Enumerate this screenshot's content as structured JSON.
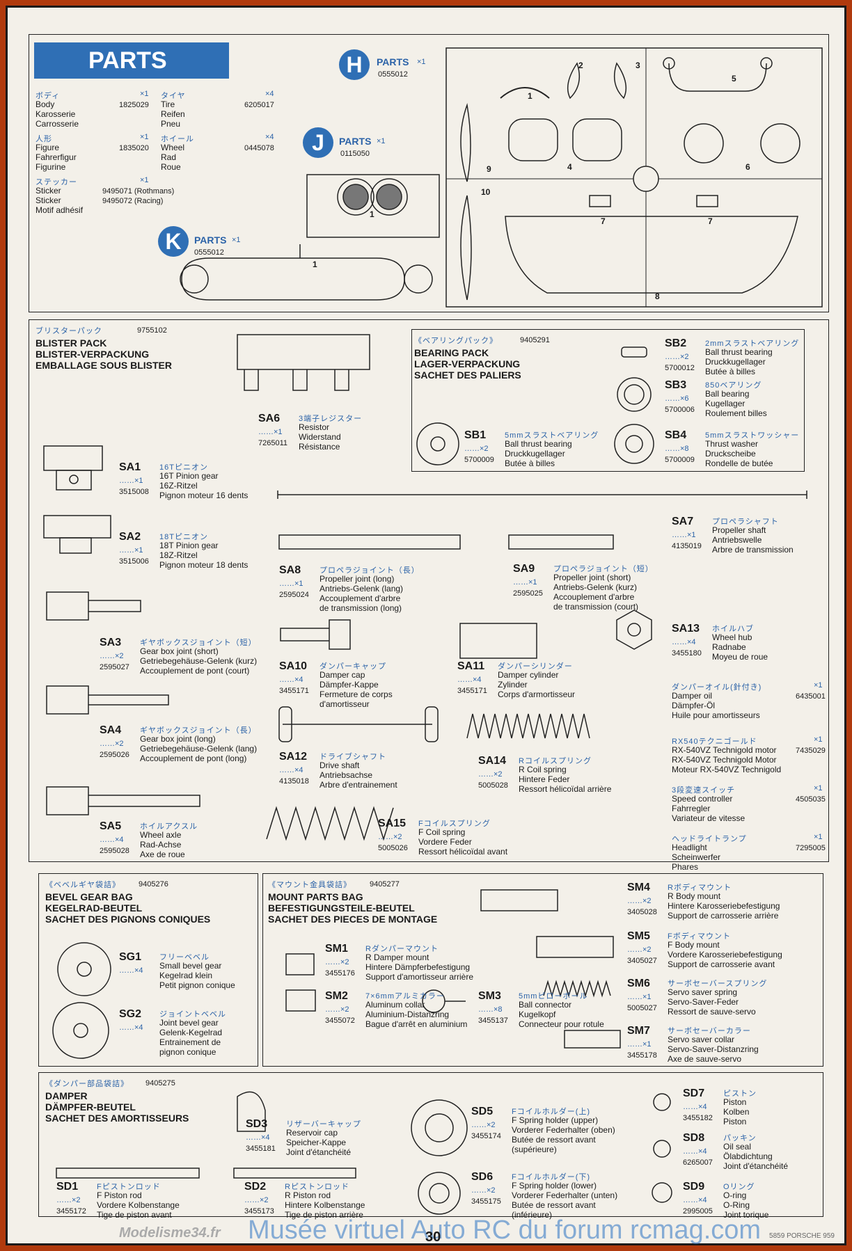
{
  "header": {
    "parts_label": "PARTS"
  },
  "left_list": [
    {
      "jp": "ボディ",
      "qty": "×1",
      "names": [
        "Body",
        "Karosserie",
        "Carrosserie"
      ],
      "code": "1825029"
    },
    {
      "jp": "タイヤ",
      "qty": "×4",
      "names": [
        "Tire",
        "Reifen",
        "Pneu"
      ],
      "code": "6205017"
    },
    {
      "jp": "人形",
      "qty": "×1",
      "names": [
        "Figure",
        "Fahrerfigur",
        "Figurine"
      ],
      "code": "1835020"
    },
    {
      "jp": "ホイール",
      "qty": "×4",
      "names": [
        "Wheel",
        "Rad",
        "Roue"
      ],
      "code": "0445078"
    },
    {
      "jp": "ステッカー",
      "qty": "×1",
      "names": [
        "Sticker",
        "Sticker",
        "Motif adhésif"
      ],
      "codes": [
        "9495071 (Rothmans)",
        "9495072 (Racing)"
      ]
    }
  ],
  "trees": {
    "H": {
      "letter": "H",
      "title": "PARTS",
      "qty": "×1",
      "code": "0555012"
    },
    "J": {
      "letter": "J",
      "title": "PARTS",
      "qty": "×1",
      "code": "0115050"
    },
    "K": {
      "letter": "K",
      "title": "PARTS",
      "qty": "×1",
      "code": "0555012"
    }
  },
  "tree_numbers": {
    "h": [
      "1",
      "2",
      "3",
      "4",
      "5",
      "6",
      "7",
      "7",
      "8",
      "9",
      "10"
    ],
    "j": [
      "1"
    ],
    "k": [
      "1"
    ]
  },
  "blister": {
    "jp": "ブリスターパック",
    "code": "9755102",
    "lines": [
      "BLISTER PACK",
      "BLISTER-VERPACKUNG",
      "EMBALLAGE SOUS BLISTER"
    ]
  },
  "bearing": {
    "jp": "《ベアリングパック》",
    "code": "9405291",
    "lines": [
      "BEARING PACK",
      "LAGER-VERPACKUNG",
      "SACHET DES PALIERS"
    ]
  },
  "bevel": {
    "jp": "《ベベルギヤ袋詰》",
    "code": "9405276",
    "lines": [
      "BEVEL GEAR BAG",
      "KEGELRAD-BEUTEL",
      "SACHET DES PIGNONS CONIQUES"
    ]
  },
  "mount": {
    "jp": "《マウント金具袋詰》",
    "code": "9405277",
    "lines": [
      "MOUNT PARTS BAG",
      "BEFESTIGUNGSTEILE-BEUTEL",
      "SACHET DES PIECES DE MONTAGE"
    ]
  },
  "damper": {
    "jp": "《ダンパー部品袋詰》",
    "code": "9405275",
    "lines": [
      "DAMPER",
      "DÄMPFER-BEUTEL",
      "SACHET DES AMORTISSEURS"
    ]
  },
  "parts": [
    {
      "id": "SA6",
      "jp": "3端子レジスター",
      "qty": "×1",
      "code": "7265011",
      "names": [
        "Resistor",
        "Widerstand",
        "Résistance"
      ]
    },
    {
      "id": "SA1",
      "jp": "16Tピニオン",
      "qty": "×1",
      "code": "3515008",
      "names": [
        "16T Pinion gear",
        "16Z-Ritzel",
        "Pignon moteur 16 dents"
      ]
    },
    {
      "id": "SA2",
      "jp": "18Tピニオン",
      "qty": "×1",
      "code": "3515006",
      "names": [
        "18T Pinion gear",
        "18Z-Ritzel",
        "Pignon moteur 18 dents"
      ]
    },
    {
      "id": "SB2",
      "jp": "2mmスラストベアリング",
      "qty": "×2",
      "code": "5700012",
      "names": [
        "Ball thrust bearing",
        "Druckkugellager",
        "Butée à billes"
      ]
    },
    {
      "id": "SB3",
      "jp": "850ベアリング",
      "qty": "×6",
      "code": "5700006",
      "names": [
        "Ball bearing",
        "Kugellager",
        "Roulement billes"
      ]
    },
    {
      "id": "SB1",
      "jp": "5mmスラストベアリング",
      "qty": "×2",
      "code": "5700009",
      "names": [
        "Ball thrust bearing",
        "Druckkugellager",
        "Butée à billes"
      ]
    },
    {
      "id": "SB4",
      "jp": "5mmスラストワッシャー",
      "qty": "×8",
      "code": "5700009",
      "names": [
        "Thrust washer",
        "Druckscheibe",
        "Rondelle de butée"
      ]
    },
    {
      "id": "SA7",
      "jp": "プロペラシャフト",
      "qty": "×1",
      "code": "4135019",
      "names": [
        "Propeller shaft",
        "Antriebswelle",
        "Arbre de transmission"
      ]
    },
    {
      "id": "SA8",
      "jp": "プロペラジョイント（長）",
      "qty": "×1",
      "code": "2595024",
      "names": [
        "Propeller joint (long)",
        "Antriebs-Gelenk (lang)",
        "Accouplement d'arbre",
        "de transmission (long)"
      ]
    },
    {
      "id": "SA9",
      "jp": "プロペラジョイント（短）",
      "qty": "×1",
      "code": "2595025",
      "names": [
        "Propeller joint (short)",
        "Antriebs-Gelenk (kurz)",
        "Accouplement d'arbre",
        "de transmission (court)"
      ]
    },
    {
      "id": "SA3",
      "jp": "ギヤボックスジョイント（短）",
      "qty": "×2",
      "code": "2595027",
      "names": [
        "Gear box joint (short)",
        "Getriebegehäuse-Gelenk (kurz)",
        "Accouplement de pont (court)"
      ]
    },
    {
      "id": "SA10",
      "jp": "ダンパーキャップ",
      "qty": "×4",
      "code": "3455171",
      "names": [
        "Damper cap",
        "Dämpfer-Kappe",
        "Fermeture de corps",
        "d'amortisseur"
      ]
    },
    {
      "id": "SA11",
      "jp": "ダンパーシリンダー",
      "qty": "×4",
      "code": "3455171",
      "names": [
        "Damper cylinder",
        "Zylinder",
        "Corps d'armortisseur"
      ]
    },
    {
      "id": "SA13",
      "jp": "ホイルハブ",
      "qty": "×4",
      "code": "3455180",
      "names": [
        "Wheel hub",
        "Radnabe",
        "Moyeu de roue"
      ]
    },
    {
      "id": "SA4",
      "jp": "ギヤボックスジョイント（長）",
      "qty": "×2",
      "code": "2595026",
      "names": [
        "Gear box joint (long)",
        "Getriebegehäuse-Gelenk (lang)",
        "Accouplement de pont (long)"
      ]
    },
    {
      "id": "SA12",
      "jp": "ドライブシャフト",
      "qty": "×4",
      "code": "4135018",
      "names": [
        "Drive shaft",
        "Antriebsachse",
        "Arbre d'entrainement"
      ]
    },
    {
      "id": "SA14",
      "jp": "Rコイルスプリング",
      "qty": "×2",
      "code": "5005028",
      "names": [
        "R Coil spring",
        "Hintere Feder",
        "Ressort hélicoïdal arrière"
      ]
    },
    {
      "id": "SA5",
      "jp": "ホイルアクスル",
      "qty": "×4",
      "code": "2595028",
      "names": [
        "Wheel axle",
        "Rad-Achse",
        "Axe de roue"
      ]
    },
    {
      "id": "SA15",
      "jp": "Fコイルスプリング",
      "qty": "×2",
      "code": "5005026",
      "names": [
        "F Coil spring",
        "Vordere Feder",
        "Ressort hélicoïdal avant"
      ]
    },
    {
      "id": "SG1",
      "jp": "フリーベベル",
      "qty": "×4",
      "code": "",
      "names": [
        "Small bevel gear",
        "Kegelrad klein",
        "Petit pignon conique"
      ]
    },
    {
      "id": "SG2",
      "jp": "ジョイントベベル",
      "qty": "×4",
      "code": "",
      "names": [
        "Joint bevel gear",
        "Gelenk-Kegelrad",
        "Entrainement de",
        "pignon conique"
      ]
    },
    {
      "id": "SM1",
      "jp": "Rダンパーマウント",
      "qty": "×2",
      "code": "3455176",
      "names": [
        "R Damper mount",
        "Hintere Dämpferbefestigung",
        "Support d'amortisseur arrière"
      ]
    },
    {
      "id": "SM2",
      "jp": "7×6mmアルミカラー",
      "qty": "×2",
      "code": "3455072",
      "names": [
        "Aluminum collar",
        "Aluminium-Distanzring",
        "Bague d'arrêt en aluminium"
      ]
    },
    {
      "id": "SM3",
      "jp": "5mmピローボール",
      "qty": "×8",
      "code": "3455137",
      "names": [
        "Ball connector",
        "Kugelkopf",
        "Connecteur pour rotule"
      ]
    },
    {
      "id": "SM4",
      "jp": "Rボディマウント",
      "qty": "×2",
      "code": "3405028",
      "names": [
        "R Body mount",
        "Hintere Karosseriebefestigung",
        "Support de carrosserie  arrière"
      ]
    },
    {
      "id": "SM5",
      "jp": "Fボディマウント",
      "qty": "×2",
      "code": "3405027",
      "names": [
        "F Body mount",
        "Vordere Karosseriebefestigung",
        "Support de carrosserie  avant"
      ]
    },
    {
      "id": "SM6",
      "jp": "サーボセーバースプリング",
      "qty": "×1",
      "code": "5005027",
      "names": [
        "Servo saver spring",
        "Servo-Saver-Feder",
        "Ressort de sauve-servo"
      ]
    },
    {
      "id": "SM7",
      "jp": "サーボセーバーカラー",
      "qty": "×1",
      "code": "3455178",
      "names": [
        "Servo saver collar",
        "Servo-Saver-Distanzring",
        "Axe de sauve-servo"
      ]
    },
    {
      "id": "SD3",
      "jp": "リザーバーキャップ",
      "qty": "×4",
      "code": "3455181",
      "names": [
        "Reservoir cap",
        "Speicher-Kappe",
        "Joint d'étanchéité"
      ]
    },
    {
      "id": "SD5",
      "jp": "Fコイルホルダー(上)",
      "qty": "×2",
      "code": "3455174",
      "names": [
        "F Spring holder (upper)",
        "Vorderer Federhalter (oben)",
        "Butée de ressort avant",
        "(supérieure)"
      ]
    },
    {
      "id": "SD7",
      "jp": "ピストン",
      "qty": "×4",
      "code": "3455182",
      "names": [
        "Piston",
        "Kolben",
        "Piston"
      ]
    },
    {
      "id": "SD8",
      "jp": "パッキン",
      "qty": "×4",
      "code": "6265007",
      "names": [
        "Oil seal",
        "Ölabdichtung",
        "Joint d'étanchéité"
      ]
    },
    {
      "id": "SD1",
      "jp": "Fピストンロッド",
      "qty": "×2",
      "code": "3455172",
      "names": [
        "F Piston rod",
        "Vordere Kolbenstange",
        "Tige de piston avant"
      ]
    },
    {
      "id": "SD2",
      "jp": "Rピストンロッド",
      "qty": "×2",
      "code": "3455173",
      "names": [
        "R Piston rod",
        "Hintere Kolbenstange",
        "Tige de piston arrière"
      ]
    },
    {
      "id": "SD6",
      "jp": "Fコイルホルダー(下)",
      "qty": "×2",
      "code": "3455175",
      "names": [
        "F Spring holder (lower)",
        "Vorderer Federhalter (unten)",
        "Butée de ressort avant",
        "(inférieure)"
      ]
    },
    {
      "id": "SD9",
      "jp": "Oリング",
      "qty": "×4",
      "code": "2995005",
      "names": [
        "O-ring",
        "O-Ring",
        "Joint torique"
      ]
    }
  ],
  "right_list": [
    {
      "jp": "ダンパーオイル(針付き)",
      "qty": "×1",
      "names": [
        "Damper oil",
        "Dämpfer-Öl",
        "Huile pour amortisseurs"
      ],
      "code": "6435001"
    },
    {
      "jp": "RX540テクニゴールド",
      "qty": "×1",
      "names": [
        "RX-540VZ Technigold motor",
        "RX-540VZ Technigold Motor",
        "Moteur RX-540VZ Technigold"
      ],
      "code": "7435029"
    },
    {
      "jp": "3段変速スイッチ",
      "qty": "×1",
      "names": [
        "Speed controller",
        "Fahrregler",
        "Variateur de vitesse"
      ],
      "code": "4505035"
    },
    {
      "jp": "ヘッドライトランプ",
      "qty": "×1",
      "names": [
        "Headlight",
        "Scheinwerfer",
        "Phares"
      ],
      "code": "7295005"
    }
  ],
  "footer": {
    "page": "30",
    "watermark": "Musée virtuel Auto RC du forum rcmag.com",
    "watermark2": "Modelisme34.fr",
    "right": "5859 PORSCHE 959"
  }
}
